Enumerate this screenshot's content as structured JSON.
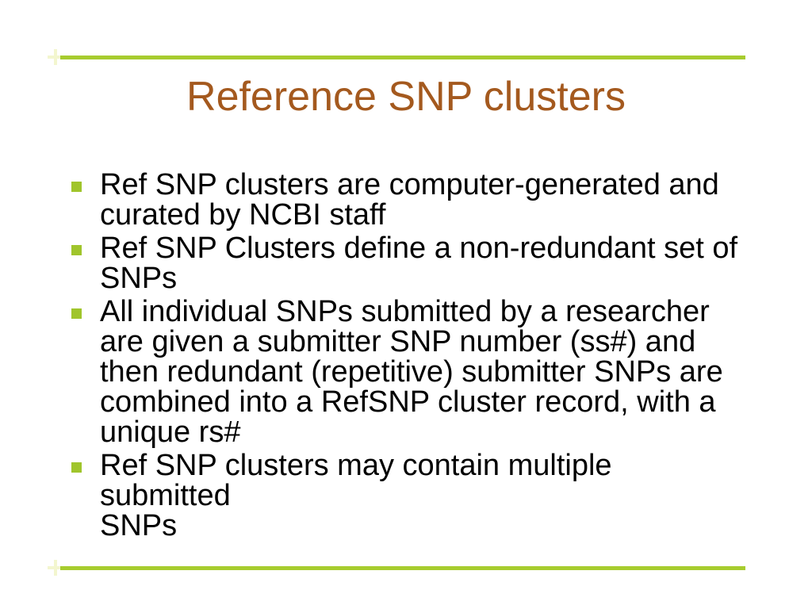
{
  "slide": {
    "title": "Reference SNP clusters",
    "bullets": [
      {
        "lines": [
          "Ref SNP clusters are computer-generated and",
          "curated by NCBI staff"
        ]
      },
      {
        "lines": [
          "Ref SNP Clusters define a non-redundant set of",
          "SNPs"
        ]
      },
      {
        "lines": [
          "All individual SNPs submitted by a researcher",
          "are given a submitter SNP number (ss#) and",
          "then redundant (repetitive) submitter SNPs are",
          "combined into a RefSNP cluster record, with a",
          "unique rs#"
        ]
      },
      {
        "lines": [
          "Ref SNP clusters may contain multiple submitted",
          "SNPs"
        ]
      }
    ]
  },
  "colors": {
    "background": "#FFFFFF",
    "rule-green": "#A7CC2F",
    "bullet-green": "#A0C52C",
    "title-brown": "#A4591E",
    "body-text": "#000000",
    "sparkle-pale": "#F3F6CF"
  }
}
